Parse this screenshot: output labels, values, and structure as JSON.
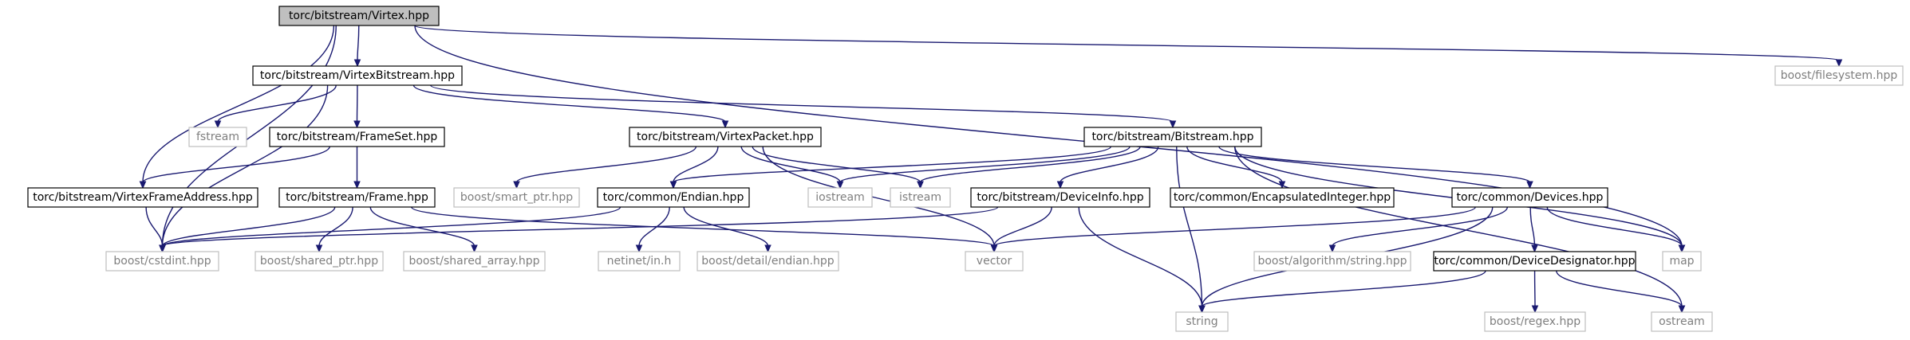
{
  "graph": {
    "colors": {
      "edge": "#191970",
      "root_fill": "#bfbfbf",
      "main_border": "#000000",
      "ext_border": "#bfbfbf",
      "ext_text": "#7f7f7f"
    },
    "nodes": [
      {
        "id": "virtex",
        "label": "torc/bitstream/Virtex.hpp",
        "kind": "root"
      },
      {
        "id": "virtexbitstream",
        "label": "torc/bitstream/VirtexBitstream.hpp",
        "kind": "main"
      },
      {
        "id": "filesystem",
        "label": "boost/filesystem.hpp",
        "kind": "ext"
      },
      {
        "id": "fstream",
        "label": "fstream",
        "kind": "ext"
      },
      {
        "id": "frameset",
        "label": "torc/bitstream/FrameSet.hpp",
        "kind": "main"
      },
      {
        "id": "virtexpacket",
        "label": "torc/bitstream/VirtexPacket.hpp",
        "kind": "main"
      },
      {
        "id": "bitstream",
        "label": "torc/bitstream/Bitstream.hpp",
        "kind": "main"
      },
      {
        "id": "vfa",
        "label": "torc/bitstream/VirtexFrameAddress.hpp",
        "kind": "main"
      },
      {
        "id": "frame",
        "label": "torc/bitstream/Frame.hpp",
        "kind": "main"
      },
      {
        "id": "smartptr",
        "label": "boost/smart_ptr.hpp",
        "kind": "ext"
      },
      {
        "id": "endian",
        "label": "torc/common/Endian.hpp",
        "kind": "main"
      },
      {
        "id": "iostream",
        "label": "iostream",
        "kind": "ext"
      },
      {
        "id": "istream",
        "label": "istream",
        "kind": "ext"
      },
      {
        "id": "deviceinfo",
        "label": "torc/bitstream/DeviceInfo.hpp",
        "kind": "main"
      },
      {
        "id": "encint",
        "label": "torc/common/EncapsulatedInteger.hpp",
        "kind": "main"
      },
      {
        "id": "devices",
        "label": "torc/common/Devices.hpp",
        "kind": "main"
      },
      {
        "id": "cstdint",
        "label": "boost/cstdint.hpp",
        "kind": "ext"
      },
      {
        "id": "sharedptr",
        "label": "boost/shared_ptr.hpp",
        "kind": "ext"
      },
      {
        "id": "sharedarray",
        "label": "boost/shared_array.hpp",
        "kind": "ext"
      },
      {
        "id": "netinet",
        "label": "netinet/in.h",
        "kind": "ext"
      },
      {
        "id": "detailendian",
        "label": "boost/detail/endian.hpp",
        "kind": "ext"
      },
      {
        "id": "vector",
        "label": "vector",
        "kind": "ext"
      },
      {
        "id": "algostring",
        "label": "boost/algorithm/string.hpp",
        "kind": "ext"
      },
      {
        "id": "designator",
        "label": "torc/common/DeviceDesignator.hpp",
        "kind": "main"
      },
      {
        "id": "map",
        "label": "map",
        "kind": "ext"
      },
      {
        "id": "string",
        "label": "string",
        "kind": "ext"
      },
      {
        "id": "regex",
        "label": "boost/regex.hpp",
        "kind": "ext"
      },
      {
        "id": "ostream",
        "label": "ostream",
        "kind": "ext"
      }
    ],
    "edges": [
      [
        "virtex",
        "virtexbitstream"
      ],
      [
        "virtex",
        "filesystem"
      ],
      [
        "virtex",
        "cstdint"
      ],
      [
        "virtex",
        "vfa"
      ],
      [
        "virtex",
        "map"
      ],
      [
        "virtexbitstream",
        "fstream"
      ],
      [
        "virtexbitstream",
        "frameset"
      ],
      [
        "virtexbitstream",
        "virtexpacket"
      ],
      [
        "virtexbitstream",
        "bitstream"
      ],
      [
        "virtexbitstream",
        "cstdint"
      ],
      [
        "frameset",
        "vfa"
      ],
      [
        "frameset",
        "frame"
      ],
      [
        "vfa",
        "cstdint"
      ],
      [
        "frame",
        "cstdint"
      ],
      [
        "frame",
        "sharedptr"
      ],
      [
        "frame",
        "sharedarray"
      ],
      [
        "frame",
        "vector"
      ],
      [
        "virtexpacket",
        "smartptr"
      ],
      [
        "virtexpacket",
        "endian"
      ],
      [
        "virtexpacket",
        "iostream"
      ],
      [
        "virtexpacket",
        "istream"
      ],
      [
        "virtexpacket",
        "vector"
      ],
      [
        "endian",
        "cstdint"
      ],
      [
        "endian",
        "netinet"
      ],
      [
        "endian",
        "detailendian"
      ],
      [
        "bitstream",
        "endian"
      ],
      [
        "bitstream",
        "iostream"
      ],
      [
        "bitstream",
        "istream"
      ],
      [
        "bitstream",
        "deviceinfo"
      ],
      [
        "bitstream",
        "encint"
      ],
      [
        "bitstream",
        "devices"
      ],
      [
        "bitstream",
        "map"
      ],
      [
        "bitstream",
        "string"
      ],
      [
        "bitstream",
        "ostream"
      ],
      [
        "deviceinfo",
        "cstdint"
      ],
      [
        "deviceinfo",
        "vector"
      ],
      [
        "deviceinfo",
        "string"
      ],
      [
        "devices",
        "vector"
      ],
      [
        "devices",
        "algostring"
      ],
      [
        "devices",
        "designator"
      ],
      [
        "devices",
        "map"
      ],
      [
        "devices",
        "string"
      ],
      [
        "designator",
        "string"
      ],
      [
        "designator",
        "regex"
      ],
      [
        "designator",
        "ostream"
      ]
    ]
  }
}
